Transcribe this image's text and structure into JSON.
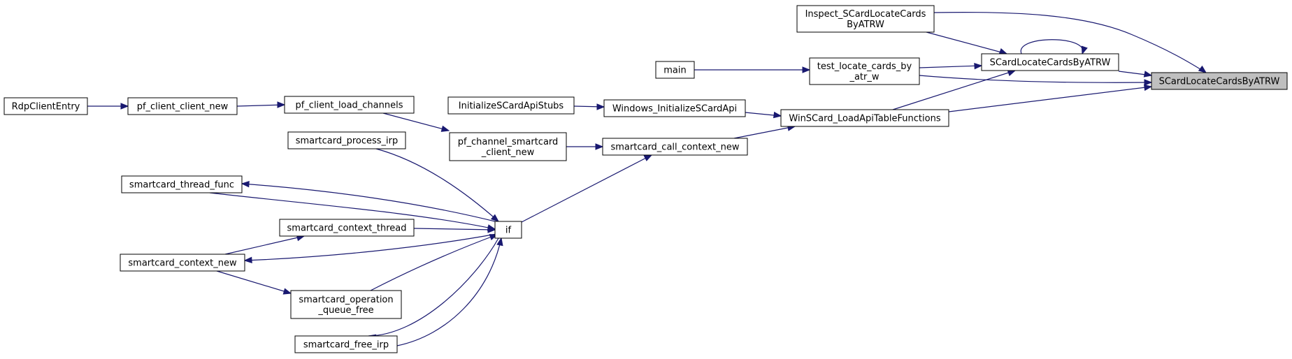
{
  "diagram": {
    "title": "",
    "edge_color": "#191970",
    "highlight_fill": "#bfbfbf",
    "nodes": {
      "scard_locate_cards_by_atrw_target": {
        "lines": [
          "SCardLocateCardsByATRW"
        ],
        "highlight": true
      },
      "inspect_scard": {
        "lines": [
          "Inspect_SCardLocateCards",
          "ByATRW"
        ]
      },
      "scard_locate_cards_by_atrw": {
        "lines": [
          "SCardLocateCardsByATRW"
        ]
      },
      "test_locate_cards": {
        "lines": [
          "test_locate_cards_by",
          "_atr_w"
        ]
      },
      "main": {
        "lines": [
          "main"
        ]
      },
      "winscard_load": {
        "lines": [
          "WinSCard_LoadApiTableFunctions"
        ]
      },
      "windows_init": {
        "lines": [
          "Windows_InitializeSCardApi"
        ]
      },
      "init_stubs": {
        "lines": [
          "InitializeSCardApiStubs"
        ]
      },
      "sc_call_ctx_new": {
        "lines": [
          "smartcard_call_context_new"
        ]
      },
      "pf_channel": {
        "lines": [
          "pf_channel_smartcard",
          "_client_new"
        ]
      },
      "pf_load_channels": {
        "lines": [
          "pf_client_load_channels"
        ]
      },
      "pf_client_new": {
        "lines": [
          "pf_client_client_new"
        ]
      },
      "rdp_entry": {
        "lines": [
          "RdpClientEntry"
        ]
      },
      "if_node": {
        "lines": [
          "if"
        ]
      },
      "sc_process_irp": {
        "lines": [
          "smartcard_process_irp"
        ]
      },
      "sc_thread_func": {
        "lines": [
          "smartcard_thread_func"
        ]
      },
      "sc_ctx_thread": {
        "lines": [
          "smartcard_context_thread"
        ]
      },
      "sc_ctx_new": {
        "lines": [
          "smartcard_context_new"
        ]
      },
      "sc_op_queue_free": {
        "lines": [
          "smartcard_operation",
          "_queue_free"
        ]
      },
      "sc_free_irp": {
        "lines": [
          "smartcard_free_irp"
        ]
      }
    }
  }
}
